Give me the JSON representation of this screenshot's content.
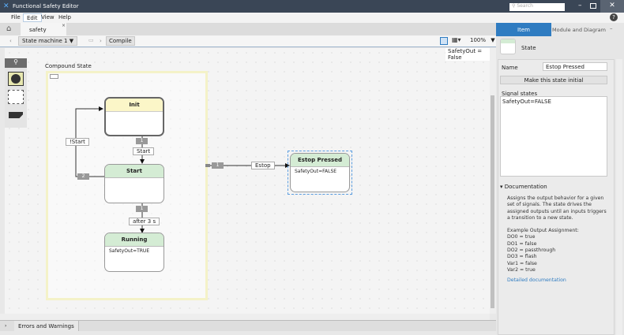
{
  "window": {
    "title": "Functional Safety Editor",
    "search_placeholder": "Search"
  },
  "menu": [
    "File",
    "Edit",
    "View",
    "Help"
  ],
  "tabs": [
    {
      "label": "safety",
      "close": "×"
    }
  ],
  "toolbar": {
    "state_machine": "State machine 1",
    "compile": "Compile",
    "zoom": "100%"
  },
  "canvas": {
    "compound_label": "Compound State",
    "signal_readout": "SafetyOut = False",
    "states": [
      {
        "name": "Init",
        "body": ""
      },
      {
        "name": "Start",
        "body": ""
      },
      {
        "name": "Running",
        "body": "SafetyOut=TRUE"
      },
      {
        "name": "Estop Pressed",
        "body": "SafetyOut=FALSE"
      }
    ],
    "transitions": [
      {
        "priority": "1",
        "label": "Start"
      },
      {
        "priority": "2",
        "label": "!Start"
      },
      {
        "priority": "1",
        "label": "after 3 s"
      },
      {
        "priority": "1",
        "label": "Estop"
      }
    ]
  },
  "bottom": {
    "errors_tab": "Errors and Warnings"
  },
  "right": {
    "tab_item": "Item",
    "tab_module": "Module and Diagram",
    "type_label": "State",
    "name_label": "Name",
    "name_value": "Estop Pressed",
    "make_initial": "Make this state initial",
    "signal_states_label": "Signal states",
    "signal_states_value": "SafetyOut=FALSE",
    "doc_header": "Documentation",
    "doc_text": "Assigns the output behavior for a given set of signals. The state drives the assigned outputs until an inputs triggers a transition to a new state.",
    "doc_example_title": "Example Output Assignment:",
    "doc_lines": [
      "DO0 = true",
      "DO1 = false",
      "DO2 = passthrough",
      "DO3 = flash",
      "Var1 = false",
      "Var2 = true"
    ],
    "doc_link": "Detailed documentation"
  },
  "colors": {
    "accent": "#2f7cc1",
    "init_header": "#fbf6c8",
    "state_header": "#d4ecd4",
    "compound_border": "#f4f2c8"
  }
}
